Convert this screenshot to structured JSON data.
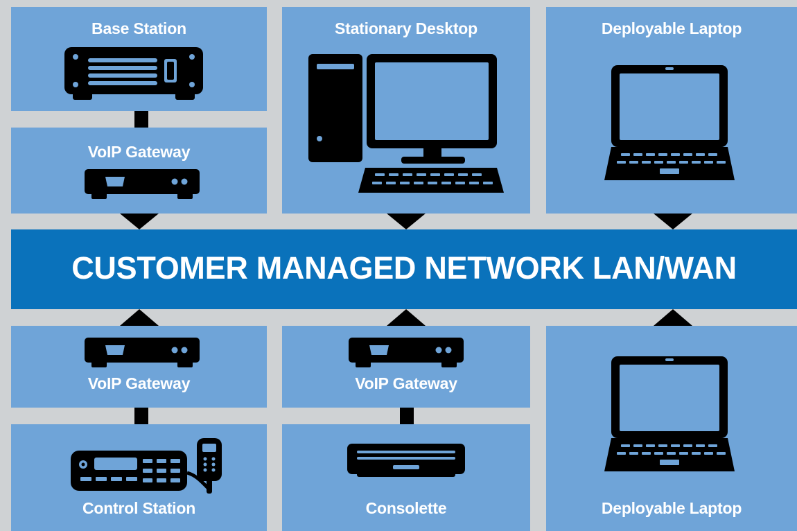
{
  "network": {
    "title": "CUSTOMER MANAGED NETWORK LAN/WAN"
  },
  "top": {
    "base_station": "Base Station",
    "voip_gateway": "VoIP Gateway",
    "stationary_desktop": "Stationary Desktop",
    "deployable_laptop": "Deployable Laptop"
  },
  "bottom": {
    "voip_gateway_left": "VoIP Gateway",
    "control_station": "Control Station",
    "voip_gateway_center": "VoIP Gateway",
    "consolette": "Consolette",
    "deployable_laptop": "Deployable Laptop"
  },
  "colors": {
    "panel": "#6fa4d8",
    "network_bar": "#0a72bb",
    "background": "#cfd2d4",
    "icon": "#000000",
    "text": "#ffffff"
  },
  "icons": {
    "base_station": "radio-rack-icon",
    "voip_gateway": "gateway-box-icon",
    "desktop": "desktop-computer-icon",
    "laptop": "laptop-icon",
    "control_station": "mobile-radio-icon",
    "consolette": "consolette-icon"
  }
}
